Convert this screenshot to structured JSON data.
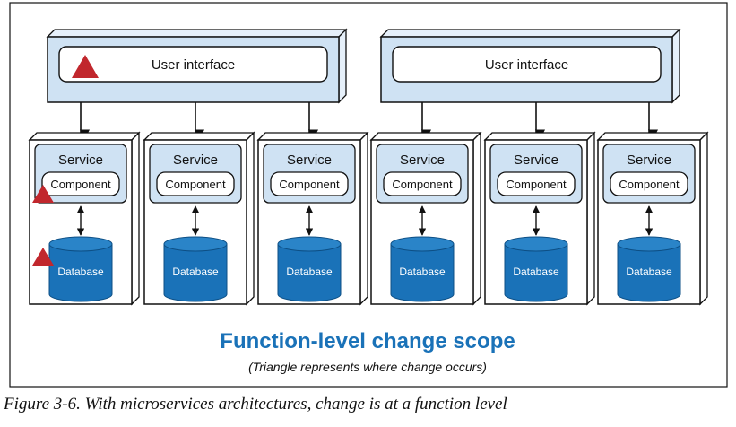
{
  "user_interface_label": "User interface",
  "service_label": "Service",
  "component_label": "Component",
  "database_label": "Database",
  "scope_title": "Function-level change scope",
  "scope_subtitle": "(Triangle represents where change occurs)",
  "caption": "Figure 3-6. With microservices architectures, change is at a function level",
  "ui_panels": [
    {
      "label": "User interface",
      "changed": true
    },
    {
      "label": "User interface",
      "changed": false
    }
  ],
  "services": [
    {
      "service": "Service",
      "component": "Component",
      "database": "Database",
      "component_changed": true,
      "database_changed": true
    },
    {
      "service": "Service",
      "component": "Component",
      "database": "Database",
      "component_changed": false,
      "database_changed": false
    },
    {
      "service": "Service",
      "component": "Component",
      "database": "Database",
      "component_changed": false,
      "database_changed": false
    },
    {
      "service": "Service",
      "component": "Component",
      "database": "Database",
      "component_changed": false,
      "database_changed": false
    },
    {
      "service": "Service",
      "component": "Component",
      "database": "Database",
      "component_changed": false,
      "database_changed": false
    },
    {
      "service": "Service",
      "component": "Component",
      "database": "Database",
      "component_changed": false,
      "database_changed": false
    }
  ],
  "colors": {
    "panel_fill": "#cfe2f3",
    "change_triangle": "#c1272d",
    "database_fill": "#1a72b8",
    "title_blue": "#1a72b8"
  }
}
